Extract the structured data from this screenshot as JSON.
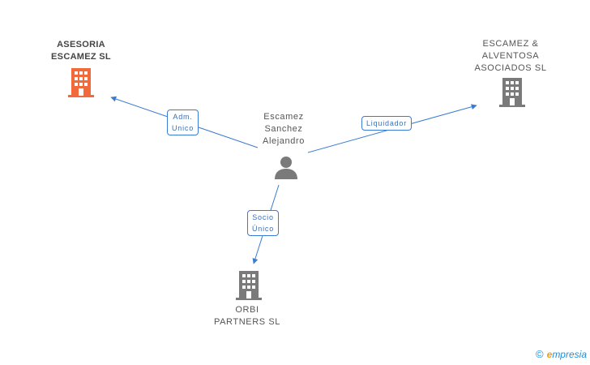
{
  "nodes": [
    {
      "id": "asesoria",
      "lines": [
        "ASESORIA",
        "ESCAMEZ SL"
      ],
      "type": "company",
      "color": "#f06a3c",
      "highlight": true
    },
    {
      "id": "escamez-alventosa",
      "lines": [
        "ESCAMEZ &",
        "ALVENTOSA",
        "ASOCIADOS SL"
      ],
      "type": "company",
      "color": "#7a7a7a",
      "highlight": false
    },
    {
      "id": "person",
      "lines": [
        "Escamez",
        "Sanchez",
        "Alejandro"
      ],
      "type": "person",
      "color": "#7a7a7a",
      "highlight": false
    },
    {
      "id": "orbi",
      "lines": [
        "ORBI",
        "PARTNERS SL"
      ],
      "type": "company",
      "color": "#7a7a7a",
      "highlight": false
    }
  ],
  "edges": [
    {
      "from": "person",
      "to": "asesoria",
      "label_lines": [
        "Adm.",
        "Unico"
      ]
    },
    {
      "from": "person",
      "to": "escamez-alventosa",
      "label_lines": [
        "Liquidador"
      ]
    },
    {
      "from": "person",
      "to": "orbi",
      "label_lines": [
        "Socio",
        "Único"
      ]
    }
  ],
  "colors": {
    "edge": "#3a7bd5",
    "company_highlight": "#f06a3c",
    "company": "#7a7a7a",
    "person": "#7a7a7a"
  },
  "footer": {
    "copyright": "©",
    "brand_initial": "e",
    "brand_rest": "mpresia"
  }
}
